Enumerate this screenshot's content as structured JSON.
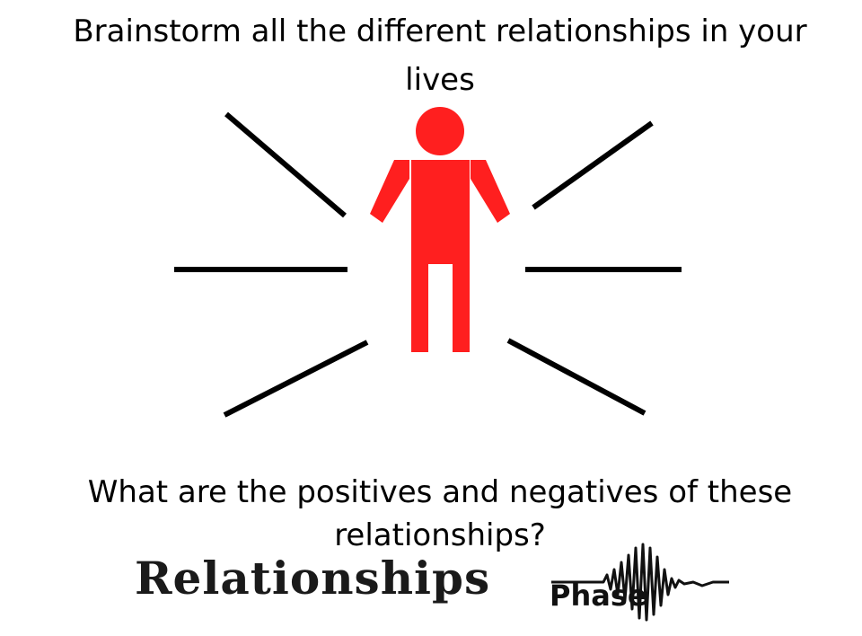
{
  "slide": {
    "title": "Brainstorm all the different relationships in your lives",
    "question": "What are the positives and negatives of these relationships?",
    "wordmark": "Relationships",
    "brand": "Phase"
  },
  "colors": {
    "figure": "#ff1f1f",
    "lines": "#000000"
  },
  "icons": {
    "figure": "person-icon",
    "brand_wave": "sound-wave-icon"
  }
}
